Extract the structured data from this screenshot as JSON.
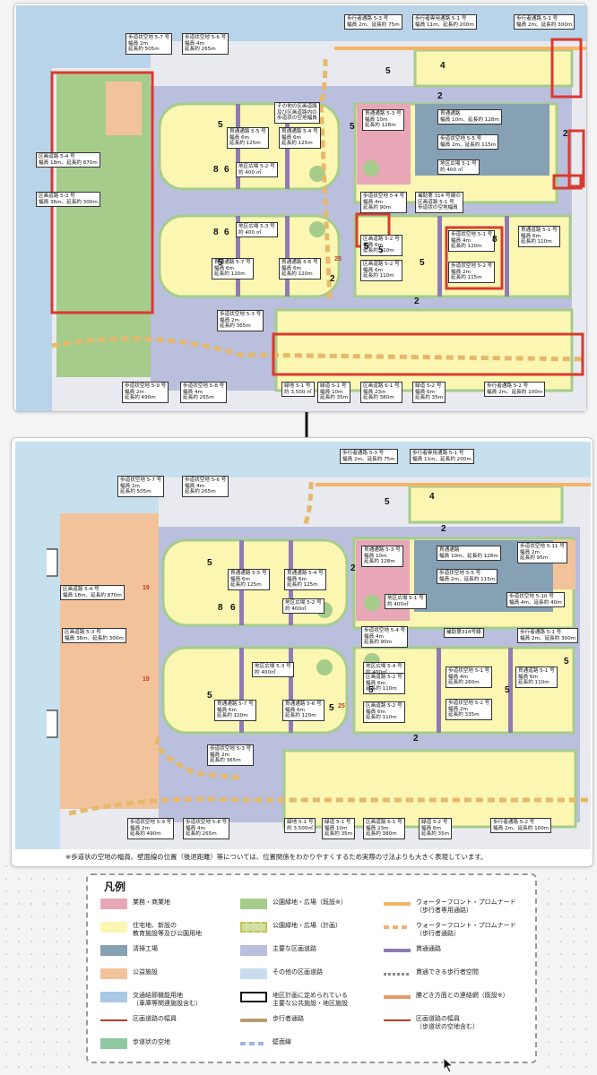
{
  "colors": {
    "sea": "#b9d3e9",
    "commercial": "#e8a7b7",
    "residential": "#fbf6b2",
    "plant": "#86a0b4",
    "utility": "#f2c39a",
    "transport": "#a9c9e6",
    "park": "#a6cc8c",
    "park_planned": "#cfe0a3",
    "road_main": "#b9bfdc",
    "road_other": "#c9dcef",
    "promenade_dedicated": "#f3b466",
    "promenade_road": "#f0b070",
    "walkway": "#8f7bb5",
    "pedestrian_deck": "#8a8a8a",
    "connection_net": "#e39a6a",
    "pedestrian_road": "#b89c70",
    "walk_space": "#8ec7a0",
    "setback": "#9fb4e3",
    "highlight": "#d93a2f",
    "width_line": "#c0392b"
  },
  "top_map": {
    "labels": [
      {
        "id": "walk-5-7",
        "text": "歩道状空地 5-7 号\n幅員 2m\n延長約 505m"
      },
      {
        "id": "walk-5-6",
        "text": "歩道状空地 5-6 号\n幅員 4m\n延長約 265m"
      },
      {
        "id": "ped-5-3",
        "text": "歩行者通路 5-3 号\n幅員 2m、延長約 75m"
      },
      {
        "id": "ped-only-5-1",
        "text": "歩行者専用通路 5-1 号\n幅員 11m、延長約 200m"
      },
      {
        "id": "ped-5-1",
        "text": "歩行者通路 5-1 号\n幅員 2m、延長約 300m"
      },
      {
        "id": "road-5-4",
        "text": "区画道路 5-4 号\n幅員 18m、延長約 870m"
      },
      {
        "id": "road-5-3",
        "text": "区画道路 5-3 号\n幅員 36m、延長約 300m"
      },
      {
        "id": "through-5-5",
        "text": "貫通通路 5-5 号\n幅員 6m\n延長約 125m"
      },
      {
        "id": "through-5-4",
        "text": "貫通通路 5-4 号\n幅員 6m\n延長約 125m"
      },
      {
        "id": "plaza-5-2",
        "text": "地区広場 5-2 号\n約 400 ㎡"
      },
      {
        "id": "through-5-3",
        "text": "貫通通路 5-3 号\n幅員 10m\n延長約 128m"
      },
      {
        "id": "through-road",
        "text": "貫通通路\n幅員 10m、延長約 128m"
      },
      {
        "id": "walk-5-5",
        "text": "歩道状空地 5-5 号\n幅員 2m、延長約 115m"
      },
      {
        "id": "plaza-5-1",
        "text": "地区広場 5-1 号\n約 400 ㎡"
      },
      {
        "id": "walk-5-4",
        "text": "歩道状空地 5-4 号\n幅員 4m\n延長約 90m"
      },
      {
        "id": "plaza-5-3",
        "text": "地区広場 5-3 号\n約 400 ㎡"
      },
      {
        "id": "road-5-2a",
        "text": "区画道路 5-2 号\n幅員 6m\n延長約 110m"
      },
      {
        "id": "walk-5-1",
        "text": "歩道状空地 5-1 号\n幅員 4m\n延長約 120m"
      },
      {
        "id": "through-5-1",
        "text": "貫通道路 5-1 号\n幅員 6m\n延長約 110m"
      },
      {
        "id": "through-5-7",
        "text": "貫通通路 5-7 号\n幅員 6m\n延長約 120m"
      },
      {
        "id": "through-5-6",
        "text": "貫通通路 5-6 号\n幅員 6m\n延長約 120m"
      },
      {
        "id": "road-5-2b",
        "text": "区画道路 5-2 号\n幅員 6m\n延長約 110m"
      },
      {
        "id": "walk-5-2",
        "text": "歩道状空地 5-2 号\n幅員 2m\n延長約 115m"
      },
      {
        "id": "walk-5-3",
        "text": "歩道状空地 5-3 号\n幅員 2m\n延長約 365m"
      },
      {
        "id": "walk-5-9",
        "text": "歩道状空地 5-9 号\n幅員 2m\n延長約 490m"
      },
      {
        "id": "walk-5-8",
        "text": "歩道状空地 5-8 号\n幅員 4m\n延長約 265m"
      },
      {
        "id": "green-5-1",
        "text": "緑地 5-1 号\n約 3,500 ㎡"
      },
      {
        "id": "green-road-5-1",
        "text": "緑道 5-1 号\n幅員 10m\n延長約 35m"
      },
      {
        "id": "road-6-1",
        "text": "区画道路 6-1 号\n幅員 23m\n延長約 380m"
      },
      {
        "id": "green-road-5-2",
        "text": "緑道 5-2 号\n幅員 6m\n延長約 35m"
      },
      {
        "id": "ped-5-2",
        "text": "歩行者通路 5-2 号\n幅員 2m、延長約 100m"
      },
      {
        "id": "note-top",
        "text": "その他の区画道路\n及び区画道路内の\n歩道状の空地幅員"
      },
      {
        "id": "note-314",
        "text": "補助第 314 号線の\n区画道路 5-1 号\n歩道状の空地幅員"
      }
    ],
    "numbers": [
      "5",
      "4",
      "2",
      "5",
      "5",
      "2",
      "8",
      "6",
      "8",
      "6",
      "5",
      "5",
      "8",
      "2",
      "25",
      "5",
      "5",
      "2"
    ]
  },
  "bottom_map": {
    "labels": [
      {
        "id": "b-walk-5-7",
        "text": "歩道状空地 5-7 号\n幅員 2m\n延長約 505m"
      },
      {
        "id": "b-walk-5-6",
        "text": "歩道状空地 5-6 号\n幅員 4m\n延長約 265m"
      },
      {
        "id": "b-ped-5-3",
        "text": "歩行者通路 5-3 号\n幅員 2m、延長約 75m"
      },
      {
        "id": "b-ped-only-5-1",
        "text": "歩行者専用通路 5-1 号\n幅員 11m、延長約 200m"
      },
      {
        "id": "b-road-5-4",
        "text": "区画道路 5-4 号\n幅員 18m、延長約 870m"
      },
      {
        "id": "b-road-5-3",
        "text": "区画道路 5-3 号\n幅員 36m、延長約 300m"
      },
      {
        "id": "b-through-5-5",
        "text": "貫通通路 5-5 号\n幅員 6m\n延長約 125m"
      },
      {
        "id": "b-through-5-4",
        "text": "貫通通路 5-4 号\n幅員 6m\n延長約 125m"
      },
      {
        "id": "b-plaza-5-2",
        "text": "地区広場 5-2 号\n約 400㎡"
      },
      {
        "id": "b-through-5-3",
        "text": "貫通通路 5-3 号\n幅員 10m\n延長約 128m"
      },
      {
        "id": "b-through-road",
        "text": "貫通通路\n幅員 10m、延長約 128m"
      },
      {
        "id": "b-walk-5-5",
        "text": "歩道状空地 5-5 号\n幅員 2m、延長約 115m"
      },
      {
        "id": "b-walk-5-11",
        "text": "歩道状空地 5-11 号\n幅員 2m\n延長約 95m"
      },
      {
        "id": "b-plaza-5-1",
        "text": "地区広場 5-1 号\n約 400㎡"
      },
      {
        "id": "b-walk-5-10",
        "text": "歩道状空地 5-10 号\n幅員 4m、延長約 40m"
      },
      {
        "id": "b-walk-5-4",
        "text": "歩道状空地 5-4 号\n幅員 4m\n延長約 90m"
      },
      {
        "id": "b-aux-314",
        "text": "補助第314号線"
      },
      {
        "id": "b-ped-5-1",
        "text": "歩行者通路 5-1 号\n幅員 2m、延長約 300m"
      },
      {
        "id": "b-plaza-5-3",
        "text": "地区広場 5-3 号\n約 400㎡"
      },
      {
        "id": "b-plaza-5-4",
        "text": "地区広場 5-4 号\n約 400㎡"
      },
      {
        "id": "b-road-5-2a",
        "text": "区画道路 5-2 号\n幅員 6m\n延長約 110m"
      },
      {
        "id": "b-walk-5-1",
        "text": "歩道状空地 5-1 号\n幅員 4m\n延長約 260m"
      },
      {
        "id": "b-through-5-1",
        "text": "貫通道路 5-1 号\n幅員 6m\n延長約 110m"
      },
      {
        "id": "b-through-5-7",
        "text": "貫通通路 5-7 号\n幅員 6m\n延長約 120m"
      },
      {
        "id": "b-through-5-6",
        "text": "貫通通路 5-6 号\n幅員 6m\n延長約 120m"
      },
      {
        "id": "b-road-5-2b",
        "text": "区画道路 5-2 号\n幅員 6m\n延長約 110m"
      },
      {
        "id": "b-walk-5-2",
        "text": "歩道状空地 5-2 号\n幅員 2m\n延長約 335m"
      },
      {
        "id": "b-walk-5-3",
        "text": "歩道状空地 5-3 号\n幅員 2m\n延長約 365m"
      },
      {
        "id": "b-walk-5-9",
        "text": "歩道状空地 5-9 号\n幅員 2m\n延長約 490m"
      },
      {
        "id": "b-walk-5-8",
        "text": "歩道状空地 5-8 号\n幅員 4m\n延長約 265m"
      },
      {
        "id": "b-green-5-1",
        "text": "緑地 5-1 号\n約 3,500㎡"
      },
      {
        "id": "b-green-road-5-1",
        "text": "緑道 5-1 号\n幅員 10m\n延長約 35m"
      },
      {
        "id": "b-road-6-1",
        "text": "区画道路 6-1 号\n幅員 23m\n延長約 380m"
      },
      {
        "id": "b-green-road-5-2",
        "text": "緑道 5-2 号\n幅員 6m\n延長約 35m"
      },
      {
        "id": "b-ped-5-2",
        "text": "歩行者通路 5-2 号\n幅員 2m、延長約 100m"
      }
    ],
    "numbers": [
      "5",
      "4",
      "2",
      "5",
      "2",
      "8",
      "6",
      "19",
      "19",
      "5",
      "5",
      "25",
      "5",
      "5",
      "5",
      "2"
    ]
  },
  "note": "※歩道状の空地の幅員、壁面線の位置（後退距離）等については、位置関係をわかりやすくするため実際の寸法よりも大きく表現しています。",
  "legend": {
    "title": "凡例",
    "items": [
      {
        "label": "業務・商業地",
        "color_key": "commercial"
      },
      {
        "label": "公園緑地・広場（既設※）",
        "color_key": "park"
      },
      {
        "label": "ウォーターフロント・プロムナード\n（歩行者専用通路）",
        "color_key": "promenade_dedicated"
      },
      {
        "label": "住宅地、新設の\n教育施設等及び公園用地",
        "color_key": "residential"
      },
      {
        "label": "公園緑地・広場（計画）",
        "color_key": "park_planned"
      },
      {
        "label": "ウォーターフロント・プロムナード\n（歩行者通路）",
        "color_key": "promenade_road"
      },
      {
        "label": "清掃工場",
        "color_key": "plant"
      },
      {
        "label": "主要な区画道路",
        "color_key": "road_main"
      },
      {
        "label": "貫通通路",
        "color_key": "walkway"
      },
      {
        "label": "公益施設",
        "color_key": "utility"
      },
      {
        "label": "その他の区画道路",
        "color_key": "road_other"
      },
      {
        "label": "貫通できる歩行者空間",
        "color_key": "pedestrian_deck"
      },
      {
        "label": "交通結節機能用地\n（車庫等関連施設含む）",
        "color_key": "transport"
      },
      {
        "label": "地区計画に定められている\n主要な公共施設・地区施設",
        "color_key": "outline"
      },
      {
        "label": "勝どき方面との連絡網（既設※）",
        "color_key": "connection_net"
      },
      {
        "label": "区画道路の幅員",
        "color_key": "width_line"
      },
      {
        "label": "歩行者通路",
        "color_key": "pedestrian_road"
      },
      {
        "label": "区画道路の幅員\n（歩道状の空地含む）",
        "color_key": "width_line"
      },
      {
        "label": "歩道状の空地",
        "color_key": "walk_space"
      },
      {
        "label": "壁面線",
        "color_key": "setback"
      }
    ]
  }
}
